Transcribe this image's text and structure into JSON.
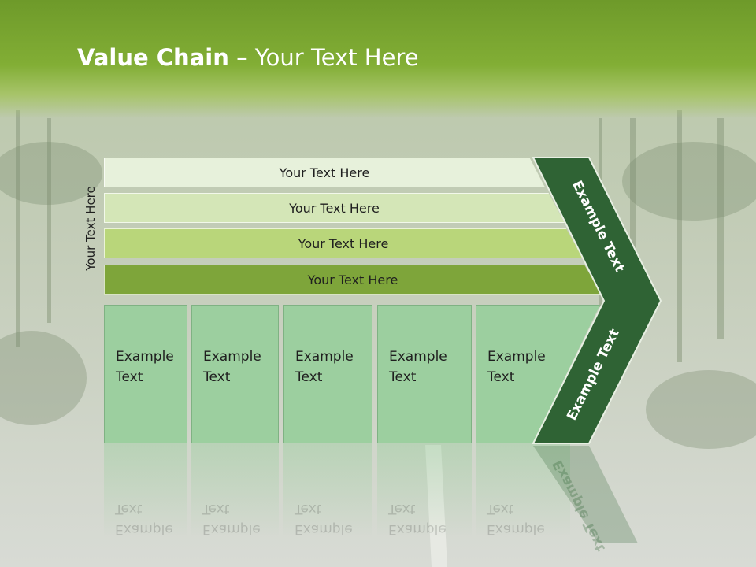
{
  "title": {
    "bold": "Value Chain",
    "rest": " – Your Text Here"
  },
  "side_label": "Your Text Here",
  "bars": [
    {
      "label": "Your Text Here",
      "color": "#e7f1db"
    },
    {
      "label": "Your Text Here",
      "color": "#d4e6b7"
    },
    {
      "label": "Your Text Here",
      "color": "#b9d67a"
    },
    {
      "label": "Your Text Here",
      "color": "#7ea53a"
    }
  ],
  "columns": [
    {
      "line1": "Example",
      "line2": "Text"
    },
    {
      "line1": "Example",
      "line2": "Text"
    },
    {
      "line1": "Example",
      "line2": "Text"
    },
    {
      "line1": "Example",
      "line2": "Text"
    },
    {
      "line1": "Example",
      "line2": "Text"
    }
  ],
  "chevron": {
    "upper_text": "Example Text",
    "lower_text": "Example Text",
    "color": "#2f6334"
  },
  "colors": {
    "header": "#82ae35",
    "column_fill": "#9ccf9f"
  }
}
